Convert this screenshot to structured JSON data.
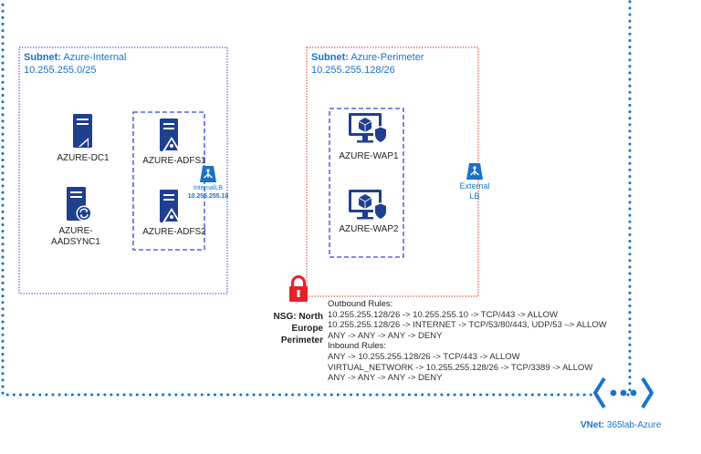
{
  "vnet": {
    "label_bold": "VNet:",
    "label_name": "365lab-Azure",
    "icon": "vnet-icon",
    "border_color": "#1a73c8"
  },
  "subnet_internal": {
    "title_bold": "Subnet:",
    "title_name": "Azure-Internal",
    "range": "10.255.255.0/25",
    "border_color": "#3344dd"
  },
  "subnet_perimeter": {
    "title_bold": "Subnet:",
    "title_name": "Azure-Perimeter",
    "range": "10.255.255.128/26",
    "border_color": "#e03030"
  },
  "nodes": {
    "dc1": "AZURE-DC1",
    "aadsync1_line1": "AZURE-",
    "aadsync1_line2": "AADSYNC1",
    "adfs1": "AZURE-ADFS1",
    "adfs2": "AZURE-ADFS2",
    "wap1": "AZURE-WAP1",
    "wap2": "AZURE-WAP2"
  },
  "internal_lb": {
    "line1": "InternalLB",
    "line2": "10.255.255.10"
  },
  "external_lb": {
    "line1": "External",
    "line2": "LB"
  },
  "nsg": {
    "title_line1": "NSG: North",
    "title_line2": "Europe",
    "title_line3": "Perimeter",
    "outbound_header": "Outbound Rules:",
    "outbound": [
      "10.255.255.128/26 -> 10.255.255.10 -> TCP/443 -> ALLOW",
      "10.255.255.128/26 -> INTERNET -> TCP/53/80/443, UDP/53 –> ALLOW",
      "ANY -> ANY -> ANY -> DENY"
    ],
    "inbound_header": "Inbound Rules:",
    "inbound": [
      "ANY -> 10.255.255.128/26 -> TCP/443 -> ALLOW",
      "VIRTUAL_NETWORK -> 10.255.255.128/26 -> TCP/3389 -> ALLOW",
      "ANY -> ANY -> ANY -> DENY"
    ],
    "lock_color": "#e8202a"
  },
  "colors": {
    "accent": "#1a73c8",
    "icon_dark": "#1f3f8f"
  }
}
